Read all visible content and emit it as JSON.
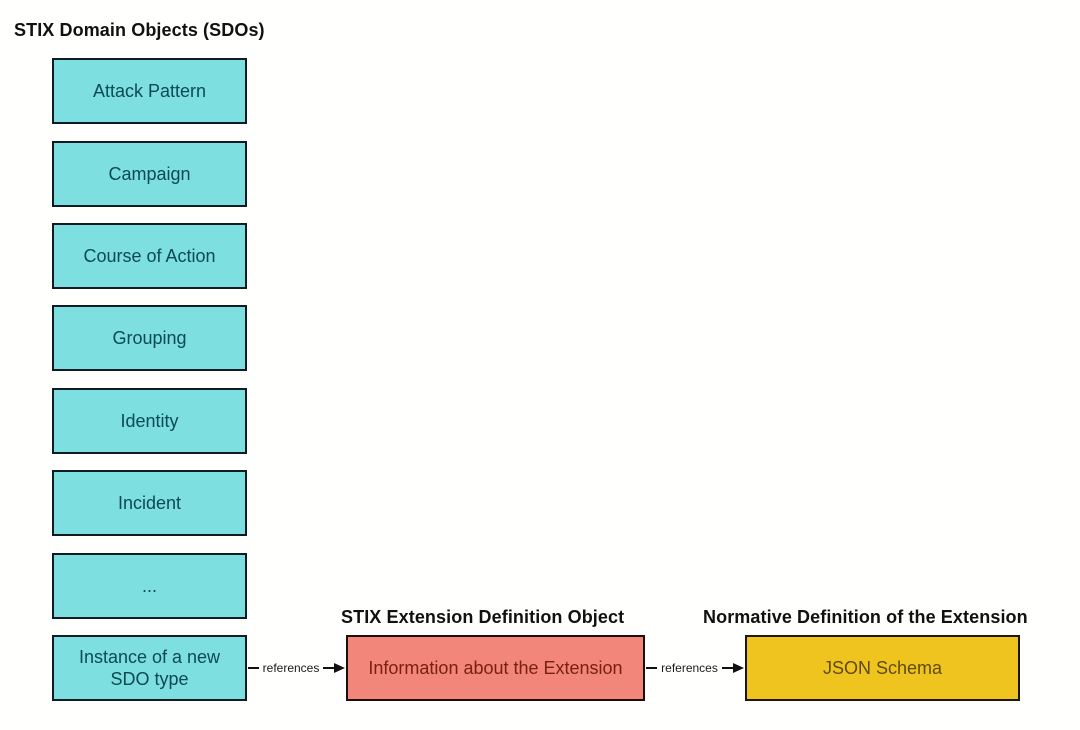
{
  "sdo_column": {
    "title": "STIX Domain Objects (SDOs)",
    "boxes": [
      "Attack Pattern",
      "Campaign",
      "Course of Action",
      "Grouping",
      "Identity",
      "Incident",
      "...",
      "Instance of a new SDO type"
    ]
  },
  "extension_definition": {
    "heading": "STIX Extension Definition Object",
    "box_label": "Information about the Extension"
  },
  "normative_definition": {
    "heading": "Normative Definition of the Extension",
    "box_label": "JSON Schema"
  },
  "arrows": [
    {
      "label": "references"
    },
    {
      "label": "references"
    }
  ],
  "colors": {
    "sdo_box_fill": "#7ddfe0",
    "sdo_box_text": "#0d4a52",
    "extension_box_fill": "#f2867b",
    "extension_box_text": "#7a200f",
    "schema_box_fill": "#f0c41f",
    "schema_box_text": "#5f4a08",
    "box_border": "#101c22",
    "heading_text": "#111111",
    "arrow_color": "#111111"
  }
}
